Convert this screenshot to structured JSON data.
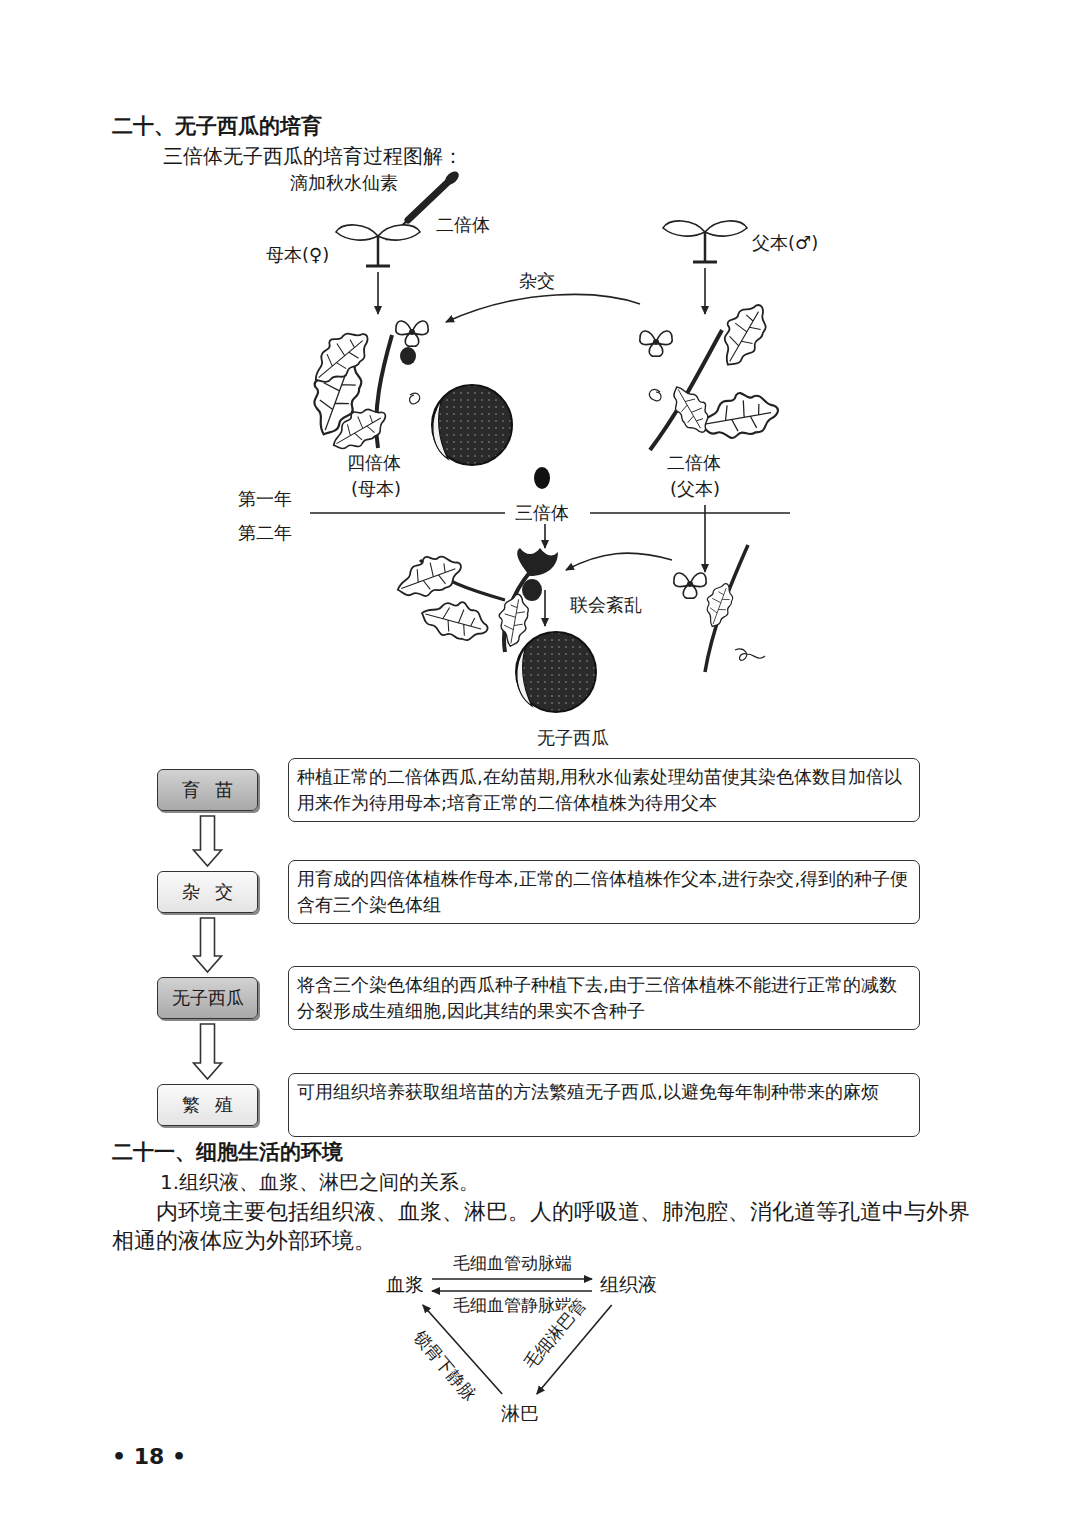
{
  "diagram": {
    "title": "二十、无子西瓜的培育",
    "nodes": [
      {
        "text": [
          "育苗"
        ]
      },
      {
        "text": [
          "种植正常的二倍体西瓜,在幼苗期,用秋水仙素处理幼苗使其染色体数目加倍以用来作为待用母本;培育正常的二倍体植株为待用父本"
        ]
      },
      {
        "text": [
          "杂交"
        ]
      },
      {
        "text": [
          "用育成的四倍体植株作母本,正常的二倍体植株作父本,进行杂交,得到的种子便含有三个染色体组"
        ]
      },
      {
        "text": [
          "无子西瓜"
        ]
      },
      {
        "text": [
          "将含三个染色体组的西瓜种子种植下去,由于三倍体植株不能进行正常的减数分裂形成生殖细胞,因此其结的果实不含种子"
        ]
      },
      {
        "text": [
          "繁殖"
        ]
      },
      {
        "text": [
          "可用组织培养获取组培苗的方法繁殖无子西瓜,以避免每年制种带来的麻烦"
        ]
      },
      {
        "text": [
          "血浆"
        ]
      },
      {
        "text": [
          "组织液"
        ]
      },
      {
        "text": [
          "淋巴"
        ]
      }
    ],
    "edges": [
      {
        "from": 0,
        "to": 2,
        "arrow": "to"
      },
      {
        "from": 2,
        "to": 4,
        "arrow": "to"
      },
      {
        "from": 4,
        "to": 6,
        "arrow": "to"
      },
      {
        "from": 8,
        "to": 9,
        "label": "毛细血管动脉端",
        "arrow": "to"
      },
      {
        "from": 9,
        "to": 8,
        "label": "毛细血管静脉端",
        "arrow": "to"
      },
      {
        "from": 9,
        "to": 10,
        "label": "毛细淋巴管",
        "arrow": "to"
      },
      {
        "from": 10,
        "to": 8,
        "label": "锁骨下静脉",
        "arrow": "to"
      }
    ],
    "labels": [
      "三倍体无子西瓜的培育过程图解：",
      "滴加秋水仙素",
      "二倍体",
      "母本(♀)",
      "父本(♂)",
      "杂交",
      "四倍体",
      "(母本)",
      "二倍体",
      "(父本)",
      "第一年",
      "第二年",
      "三倍体",
      "联会紊乱",
      "无子西瓜",
      "二十一、细胞生活的环境",
      "1.组织液、血浆、淋巴之间的关系。",
      "内环境主要包括组织液、血浆、淋巴。人的呼吸道、肺泡腔、消化道等孔道中与外界相通的液体应为外部环境。",
      "• 18 •"
    ]
  }
}
